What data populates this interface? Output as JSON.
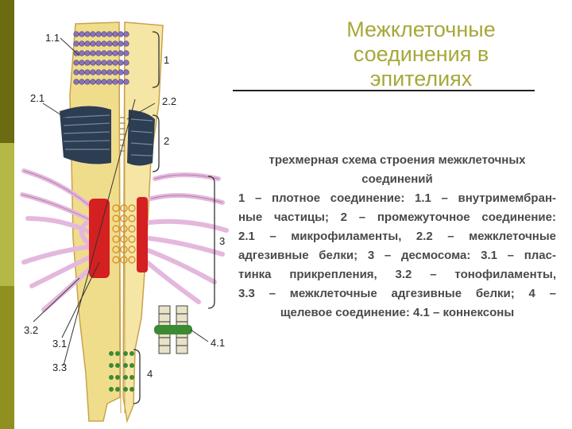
{
  "title": {
    "line1": "Межклеточные",
    "line2": "соединения в",
    "line3": "эпителиях"
  },
  "caption": {
    "lines": [
      "трехмерная схема строения межклеточных",
      "соединений",
      "1 – плотное соединение: 1.1 – внутримембран-",
      "ные частицы; 2 – промежуточное соединение:",
      "2.1 – микрофиламенты, 2.2 – межклеточные",
      "адгезивные белки; 3 – десмосома: 3.1 – плас-",
      "тинка прикрепления, 3.2 – тонофиламенты,",
      "3.3 – межклеточные адгезивные белки; 4 –",
      "щелевое соединение: 4.1 – коннексоны"
    ]
  },
  "diagram_labels": {
    "l_1_1": "1.1",
    "l_1": "1",
    "l_2_1": "2.1",
    "l_2_2": "2.2",
    "l_2": "2",
    "l_3": "3",
    "l_3_2": "3.2",
    "l_3_1": "3.1",
    "l_3_3": "3.3",
    "l_4": "4",
    "l_4_1": "4.1"
  },
  "colors": {
    "cell": "#f0dd8c",
    "cell_edge": "#c9a34a",
    "tight_particles": "#8a74b8",
    "microfilament": "#2d3e52",
    "desmosome_plate": "#d42020",
    "tonofilament": "#e4b8dd",
    "connexon": "#3c8a33",
    "title": "#a7a73a",
    "sidebar_dark": "#6b6b12",
    "sidebar_light": "#b6b845"
  }
}
